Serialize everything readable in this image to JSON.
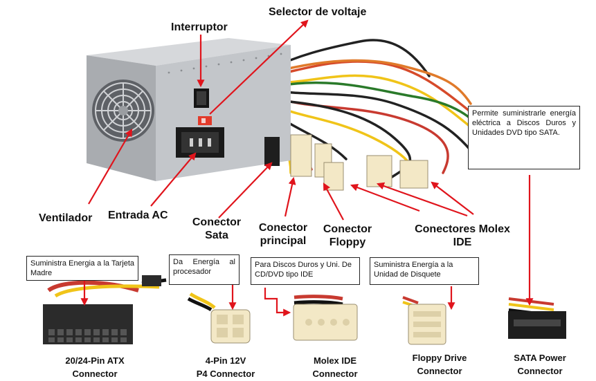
{
  "labels": {
    "selector": "Selector de voltaje",
    "interruptor": "Interruptor",
    "ventilador": "Ventilador",
    "entrada_ac": "Entrada AC",
    "conector_sata_1": "Conector",
    "conector_sata_2": "Sata",
    "conector_principal_1": "Conector",
    "conector_principal_2": "principal",
    "conector_floppy_1": "Conector",
    "conector_floppy_2": "Floppy",
    "conectores_molex_1": "Conectores Molex",
    "conectores_molex_2": "IDE"
  },
  "descriptions": {
    "sata": "Permite suministrarle energía eléctrica a Discos Duros y Unidades DVD tipo SATA.",
    "atx": "Suministra Energia a la Tarjeta Madre",
    "p4": "Da Energía al procesador",
    "molex": "Para Discos Duros y Uni. De CD/DVD tipo IDE",
    "floppy": "Suministra Energía a la Unidad de Disquete"
  },
  "captions": {
    "atx_1": "20/24-Pin ATX",
    "atx_2": "Connector",
    "p4_1": "4-Pin 12V",
    "p4_2": "P4 Connector",
    "molex_1": "Molex IDE",
    "molex_2": "Connector",
    "floppy_1": "Floppy Drive",
    "floppy_2": "Connector",
    "sata_1": "SATA Power",
    "sata_2": "Connector"
  },
  "colors": {
    "arrow": "#e0141c",
    "psu_body": "#b9bcc0",
    "connector_body": "#f3e8c6",
    "atx_body": "#2b2b2b"
  }
}
